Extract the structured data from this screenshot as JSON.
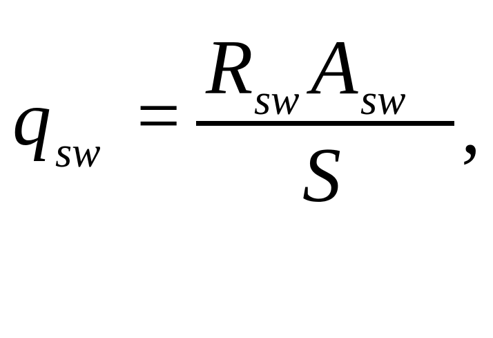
{
  "equation": {
    "lhs": {
      "symbol": "q",
      "subscript": "sw"
    },
    "equals": "=",
    "numerator": {
      "term1": {
        "symbol": "R",
        "subscript": "sw"
      },
      "term2": {
        "symbol": "A",
        "subscript": "sw"
      }
    },
    "denominator": {
      "symbol": "S"
    },
    "trailing_punctuation": ","
  },
  "colors": {
    "ink": "#000000",
    "background": "#ffffff"
  }
}
